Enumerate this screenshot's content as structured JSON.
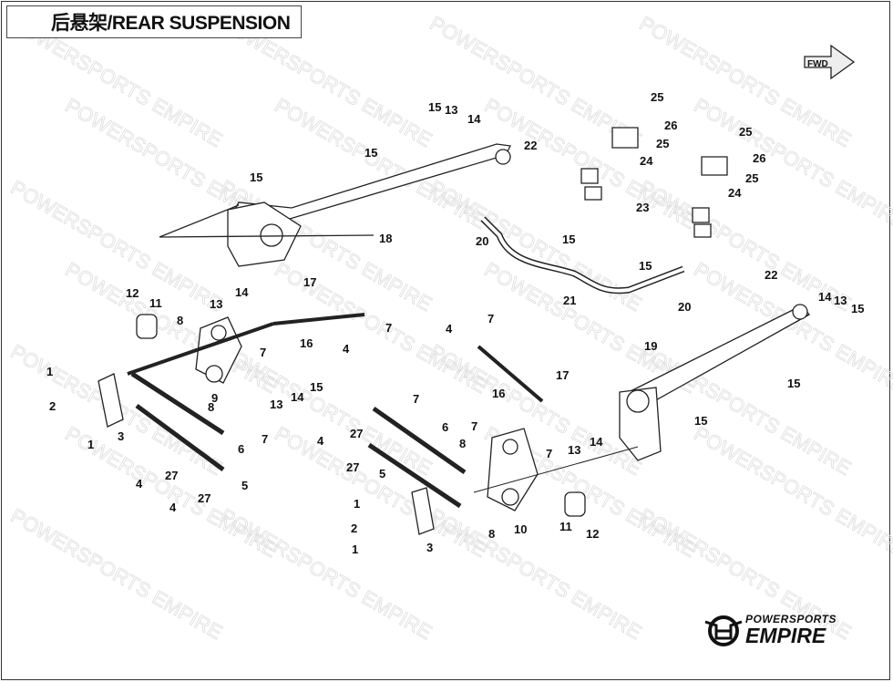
{
  "header": {
    "title": "后悬架/REAR SUSPENSION"
  },
  "direction_marker": {
    "label": "FWD"
  },
  "watermark": {
    "text": "POWERSPORTS EMPIRE"
  },
  "logo": {
    "line1": "POWERSPORTS",
    "line2": "EMPIRE"
  },
  "callouts": [
    "15",
    "13",
    "14",
    "15",
    "22",
    "15",
    "18",
    "20",
    "15",
    "25",
    "26",
    "25",
    "24",
    "25",
    "26",
    "25",
    "24",
    "23",
    "15",
    "21",
    "20",
    "22",
    "14",
    "13",
    "15",
    "12",
    "11",
    "13",
    "14",
    "17",
    "8",
    "7",
    "16",
    "4",
    "7",
    "9",
    "13",
    "14",
    "15",
    "8",
    "1",
    "2",
    "1",
    "3",
    "6",
    "7",
    "27",
    "4",
    "5",
    "27",
    "4",
    "4",
    "7",
    "19",
    "15",
    "17",
    "16",
    "15",
    "7",
    "6",
    "7",
    "27",
    "4",
    "27",
    "8",
    "7",
    "13",
    "14",
    "5",
    "1",
    "2",
    "1",
    "3",
    "8",
    "10",
    "11",
    "12"
  ]
}
